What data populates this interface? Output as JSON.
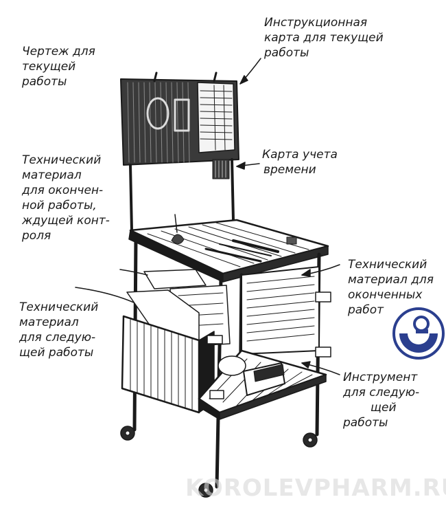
{
  "labels": {
    "drawing": [
      "Чертеж для",
      "текущей",
      "работы"
    ],
    "instruction": [
      "Инструкционная",
      "карта для текущей",
      "работы"
    ],
    "timecard": [
      "Карта учета",
      "времени"
    ],
    "finished_control": [
      "Технический",
      "материал",
      "для окончен-",
      "ной работы,",
      "ждущей конт-",
      "роля"
    ],
    "finished": [
      "Технический",
      "материал для",
      "оконченных",
      "работ"
    ],
    "next_material": [
      "Технический",
      "материал",
      "для следую-",
      "щей работы"
    ],
    "tool": [
      "Инструмент",
      "для следую-",
      "щей",
      "работы"
    ]
  },
  "watermark": "KOROLEVPHARM.RU",
  "colors": {
    "ink": "#1a1a1a",
    "paper": "#ffffff",
    "logo": "#2b3f8f",
    "watermark": "#d8d8d8"
  }
}
